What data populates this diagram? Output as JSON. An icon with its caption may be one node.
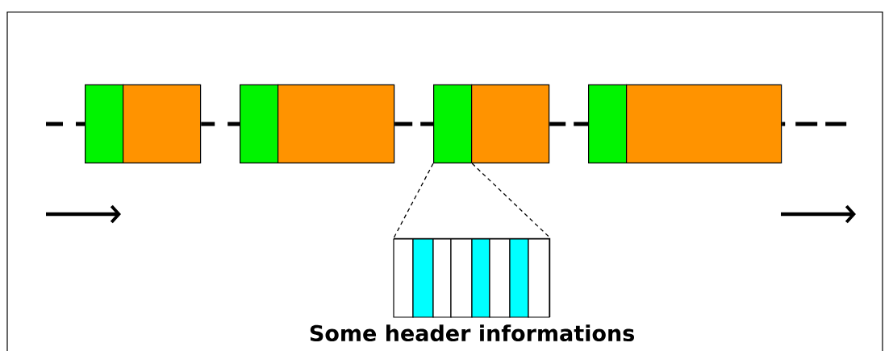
{
  "diagram": {
    "nodes": [
      {
        "text": [],
        "shape": "box"
      },
      {
        "text": [],
        "shape": "box"
      },
      {
        "text": [],
        "shape": "box"
      },
      {
        "text": [],
        "shape": "box"
      },
      {
        "text": [],
        "shape": "box"
      },
      {
        "text": [],
        "shape": "box"
      },
      {
        "text": [],
        "shape": "box"
      },
      {
        "text": [],
        "shape": "box"
      },
      {
        "text": [],
        "shape": "box",
        "beside": [
          "Some header informations"
        ]
      }
    ],
    "edges": [
      {
        "from": null,
        "to": 0,
        "arrow": "none",
        "style": "dashed"
      },
      {
        "from": 1,
        "to": 2,
        "arrow": "none",
        "style": "dashed"
      },
      {
        "from": 3,
        "to": 4,
        "arrow": "none",
        "style": "dashed"
      },
      {
        "from": 5,
        "to": 6,
        "arrow": "none",
        "style": "dashed"
      },
      {
        "from": 7,
        "to": null,
        "arrow": "none",
        "style": "dashed"
      },
      {
        "from": 4,
        "to": 8,
        "arrow": "none",
        "style": "dashed"
      },
      {
        "from": 4,
        "to": 8,
        "arrow": "none",
        "style": "dashed"
      }
    ]
  }
}
